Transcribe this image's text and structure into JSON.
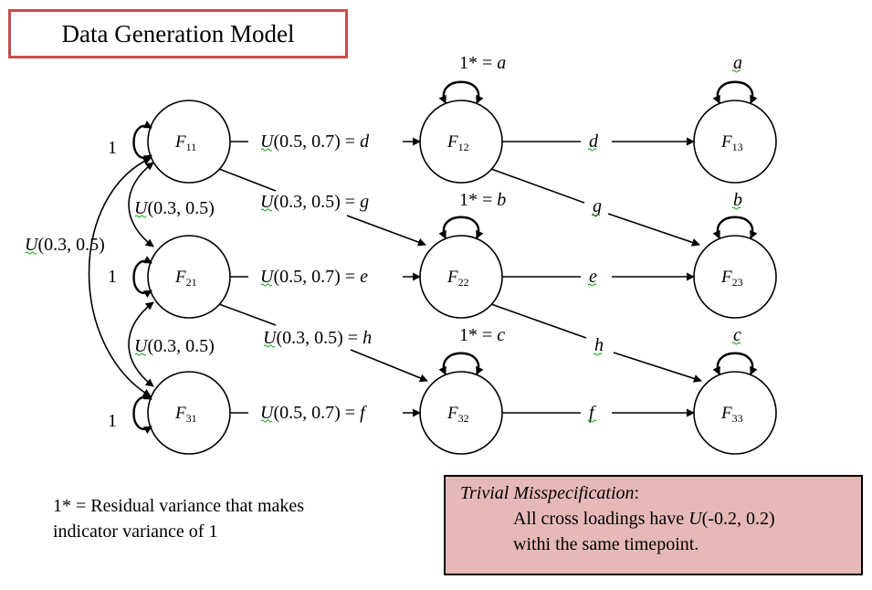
{
  "title": "Data Generation Model",
  "factors": {
    "F11": {
      "base": "F",
      "sub": "11"
    },
    "F12": {
      "base": "F",
      "sub": "12"
    },
    "F13": {
      "base": "F",
      "sub": "13"
    },
    "F21": {
      "base": "F",
      "sub": "21"
    },
    "F22": {
      "base": "F",
      "sub": "22"
    },
    "F23": {
      "base": "F",
      "sub": "23"
    },
    "F31": {
      "base": "F",
      "sub": "31"
    },
    "F32": {
      "base": "F",
      "sub": "32"
    },
    "F33": {
      "base": "F",
      "sub": "33"
    }
  },
  "labels": {
    "var_f11": "1",
    "var_f21": "1",
    "var_f31": "1",
    "var_f12_pre": "1* = ",
    "var_f12_var": "a",
    "var_f22_pre": "1* = ",
    "var_f22_var": "b",
    "var_f32_pre": "1* = ",
    "var_f32_var": "c",
    "var_f13": "a",
    "var_f23": "b",
    "var_f33": "c",
    "u_letter": "U",
    "load_d_args": "(0.5, 0.7) = ",
    "load_d_var": "d",
    "load_e_args": "(0.5, 0.7) = ",
    "load_e_var": "e",
    "load_f_args": "(0.5, 0.7) = ",
    "load_f_var": "f",
    "cross_g_args": "(0.3, 0.5) = ",
    "cross_g_var": "g",
    "cross_h_args": "(0.3, 0.5) = ",
    "cross_h_var": "h",
    "cov_12_args": "(0.3, 0.5)",
    "cov_23_args": "(0.3, 0.5)",
    "cov_13_args": "(0.3, 0.5)",
    "path_d": "d",
    "path_e": "e",
    "path_f": "f",
    "path_g": "g",
    "path_h": "h"
  },
  "footnote": {
    "line1": "1* = Residual variance that makes",
    "line2": "indicator variance of 1"
  },
  "trivial": {
    "heading": "Trivial Misspecification",
    "colon": ":",
    "line1_pre": "All cross loadings have ",
    "line1_u": "U",
    "line1_post": "(-0.2, 0.2)",
    "line2": "withi the same timepoint."
  },
  "colors": {
    "title_border": "#c0504d",
    "trivial_fill": "#e6b9b8",
    "squiggle": "#00a000"
  }
}
